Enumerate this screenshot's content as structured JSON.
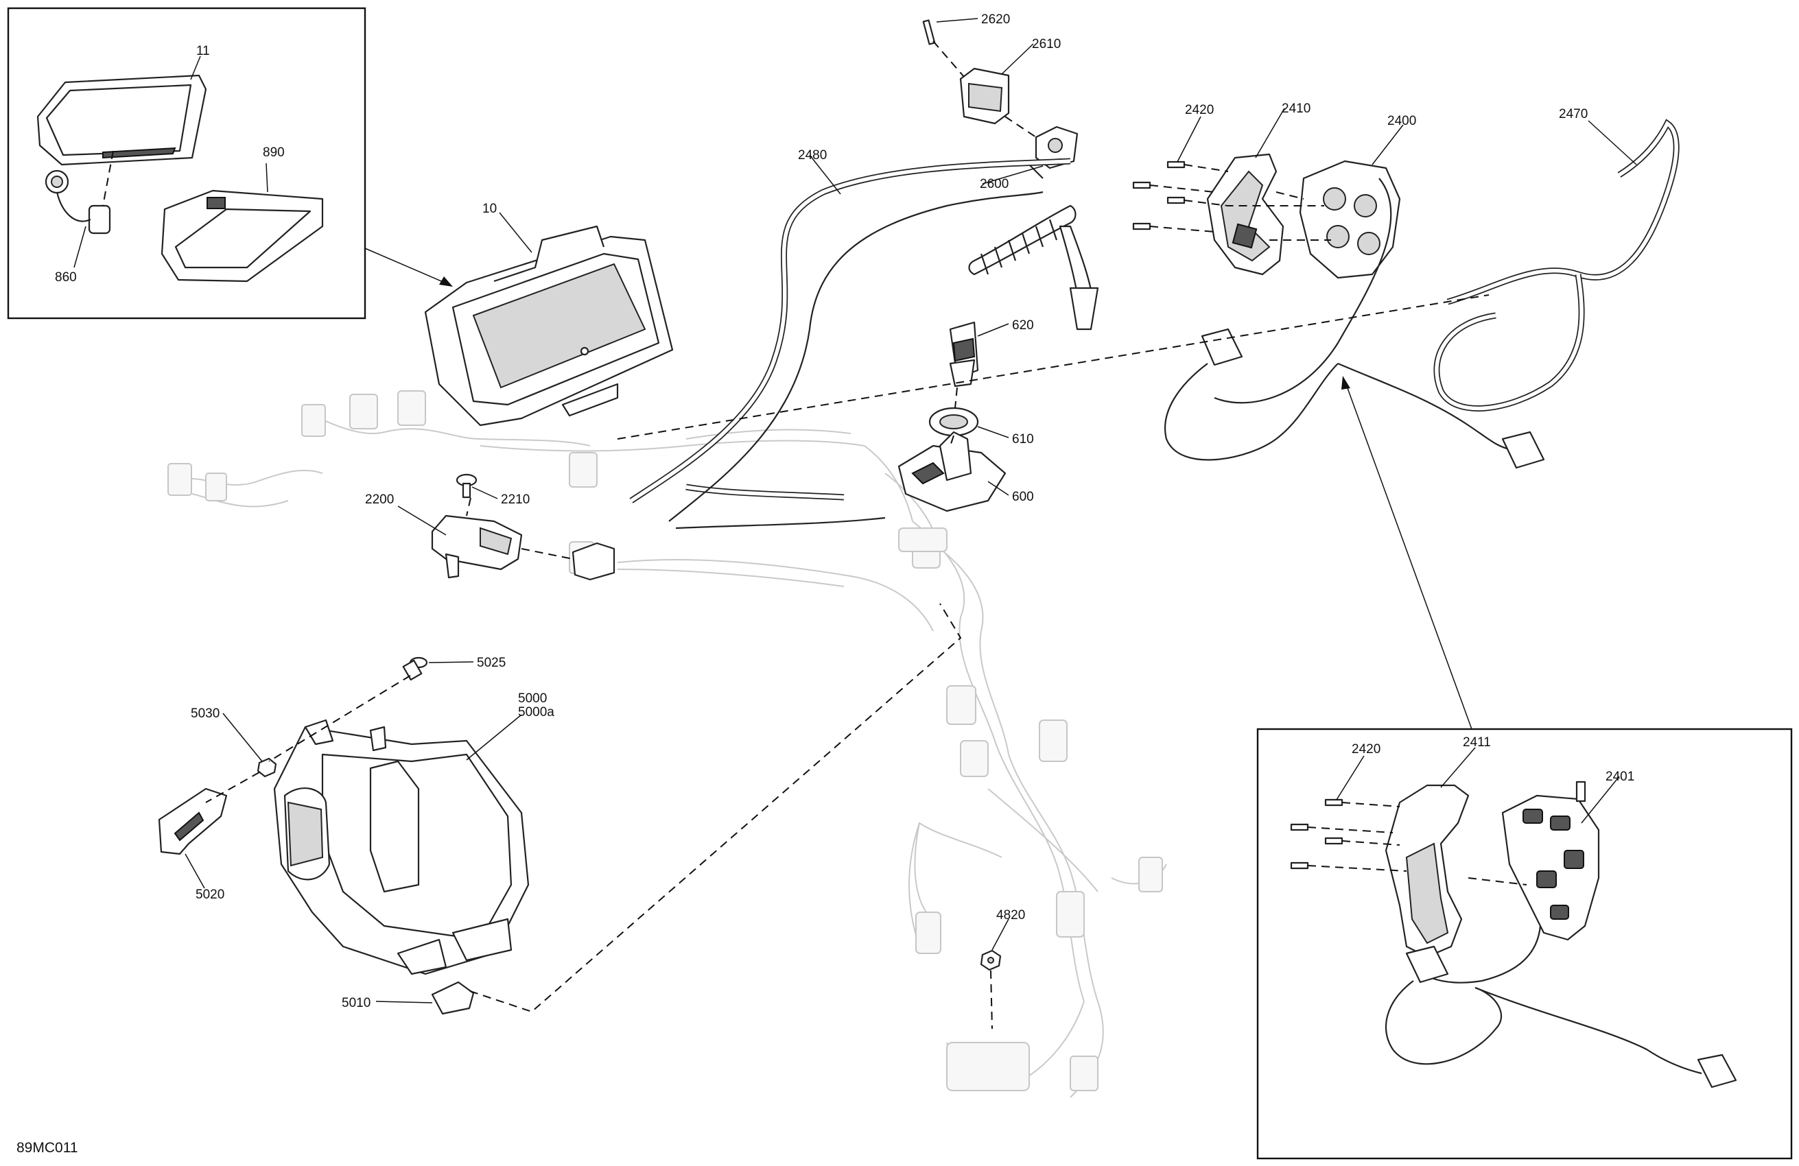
{
  "diagram_code": "89MC011",
  "callouts": {
    "p11": "11",
    "p890": "890",
    "p860": "860",
    "p10": "10",
    "p2620": "2620",
    "p2610": "2610",
    "p2600": "2600",
    "p2480": "2480",
    "p620": "620",
    "p610": "610",
    "p600": "600",
    "p2420": "2420",
    "p2410": "2410",
    "p2400": "2400",
    "p2470": "2470",
    "p2210": "2210",
    "p2200": "2200",
    "p5025": "5025",
    "p5030": "5030",
    "p5000": "5000",
    "p5000a": "5000a",
    "p5020": "5020",
    "p5010": "5010",
    "p4820": "4820",
    "p2420b": "2420",
    "p2411": "2411",
    "p2401": "2401"
  }
}
